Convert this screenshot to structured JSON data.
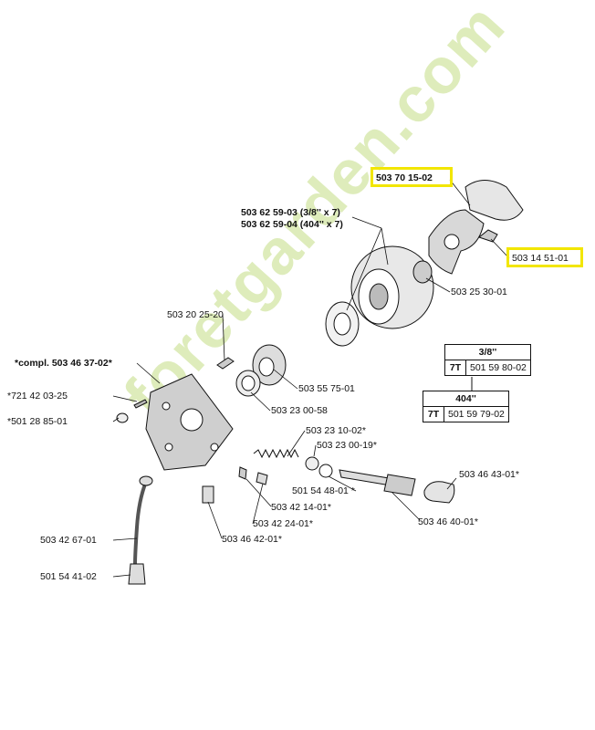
{
  "watermark": "foretgarden.com",
  "highlight_color": "#f2e600",
  "parts": {
    "p_503701502": "503 70 15-02",
    "p_503145101": "503 14 51-01",
    "p_50362593": "503 62 59-03 (3/8'' x 7)",
    "p_50362594": "503 62 59-04 (404'' x 7)",
    "p_50325301": "503 25 30-01",
    "p_50320252": "503 20 25-20",
    "p_compl": "*compl. 503 46 37-02*",
    "p_72142032": "*721 42 03-25",
    "p_50128850": "*501 28 85-01",
    "p_50355751": "503 55 75-01",
    "p_50323005": "503 23 00-58",
    "p_50323100": "503 23 10-02*",
    "p_50323001": "503 23 00-19*",
    "p_50154480": "501 54 48-01 *",
    "p_50342140": "503 42 14-01*",
    "p_50342240": "503 42 24-01*",
    "p_50346420": "503 46 42-01*",
    "p_50346430": "503 46 43-01*",
    "p_50346400": "503 46 40-01*",
    "p_50342670": "503 42 67-01",
    "p_50154410": "501 54 41-02"
  },
  "table": {
    "h1": "3/8''",
    "r1_l": "7T",
    "r1_v": "501 59 80-02",
    "h2": "404''",
    "r2_l": "7T",
    "r2_v": "501 59 79-02"
  }
}
